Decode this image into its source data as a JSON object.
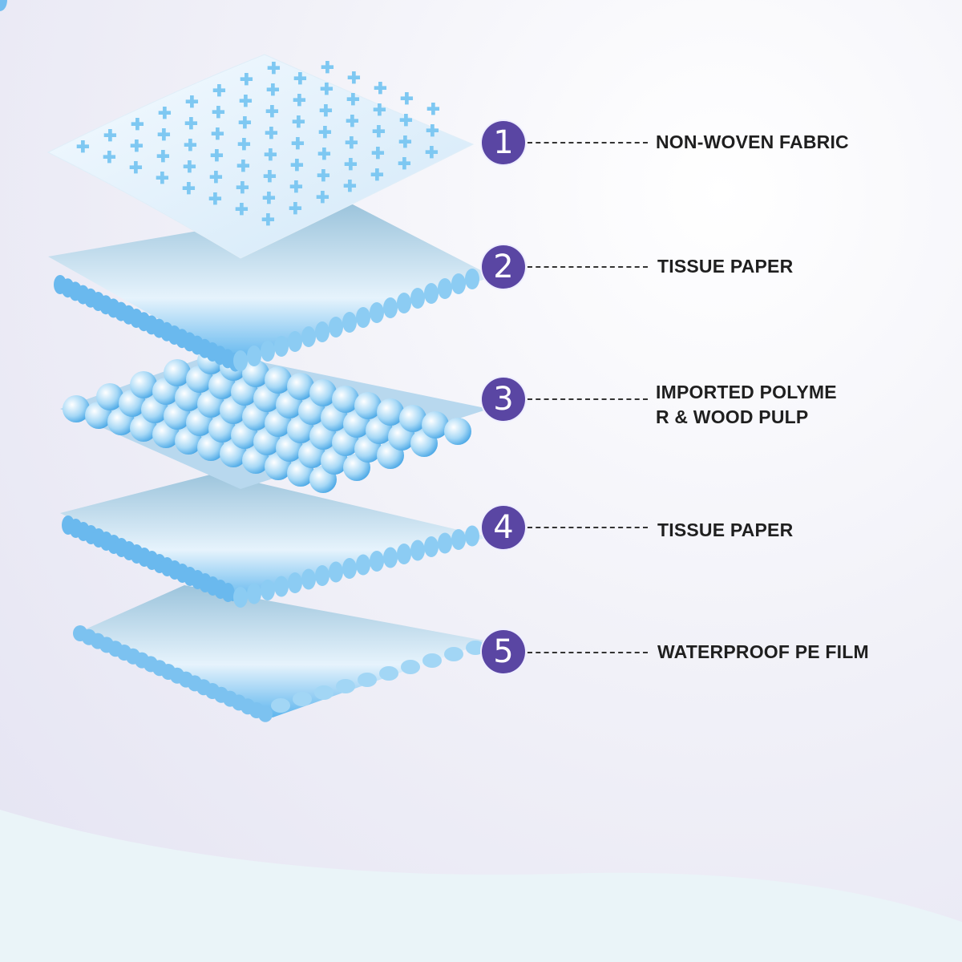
{
  "layers": [
    {
      "number": "1",
      "label": "NON-WOVEN FABRIC"
    },
    {
      "number": "2",
      "label": "TISSUE PAPER"
    },
    {
      "number": "3",
      "label_line1": "IMPORTED POLYME",
      "label_line2": "R & WOOD PULP"
    },
    {
      "number": "4",
      "label": "TISSUE PAPER"
    },
    {
      "number": "5",
      "label": "WATERPROOF PE FILM"
    }
  ],
  "colors": {
    "badge": "#5a46a3",
    "layer_blue": "#5fb6ee",
    "text": "#1f1f1f"
  }
}
